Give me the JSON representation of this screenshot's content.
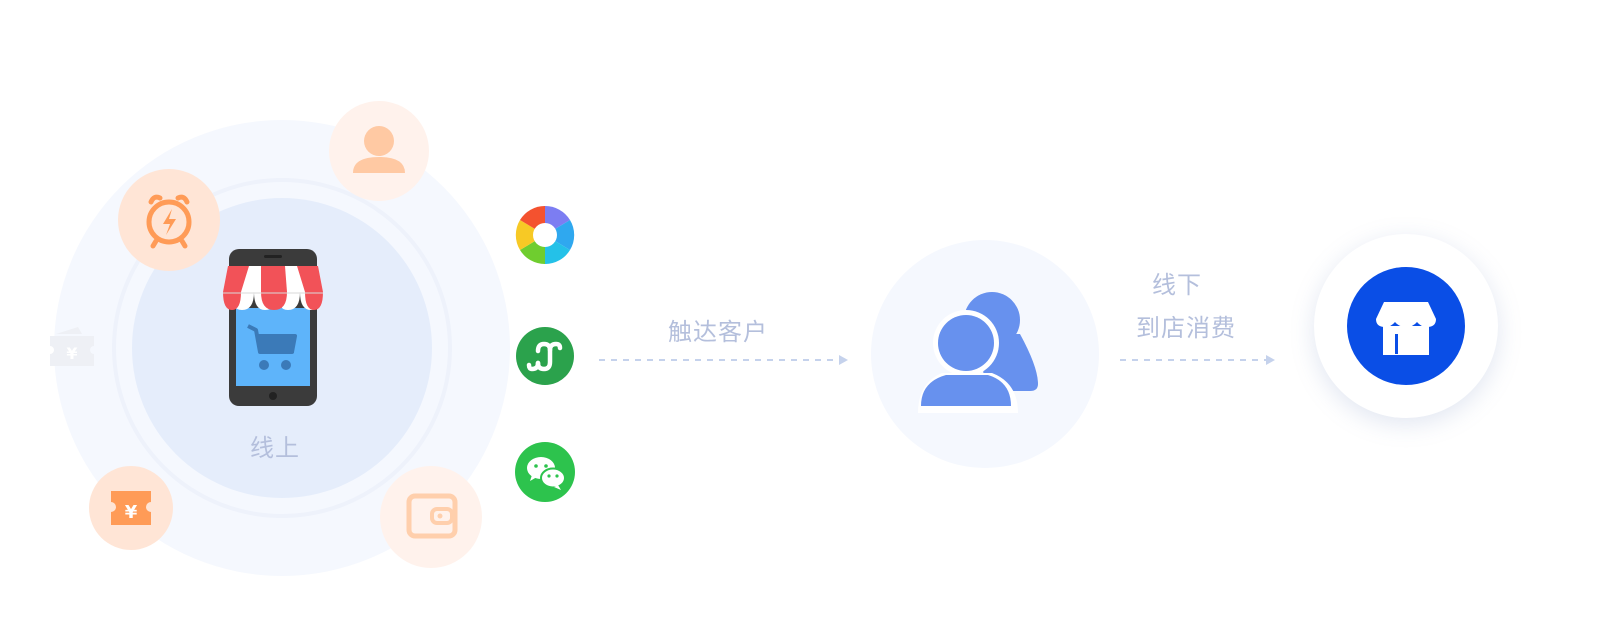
{
  "online": {
    "label": "线上"
  },
  "channels": [
    {
      "icon": "aperture-icon"
    },
    {
      "icon": "mini-program-icon"
    },
    {
      "icon": "wechat-icon"
    }
  ],
  "arrow1": {
    "label": "触达客户"
  },
  "arrow2": {
    "label_line1": "线下",
    "label_line2": "到店消费"
  },
  "colors": {
    "accent_orange": "#ff9b57",
    "user_blue": "#6791ee",
    "store_blue": "#0a4ee6",
    "green": "#2db04f",
    "label_gray": "#b4bfdc"
  },
  "orbit_icons": [
    "user-icon",
    "alarm-clock-icon",
    "ticket-faded-icon",
    "coupon-icon",
    "wallet-icon"
  ],
  "center_icons": [
    "phone-shop-icon",
    "users-icon",
    "store-icon"
  ]
}
